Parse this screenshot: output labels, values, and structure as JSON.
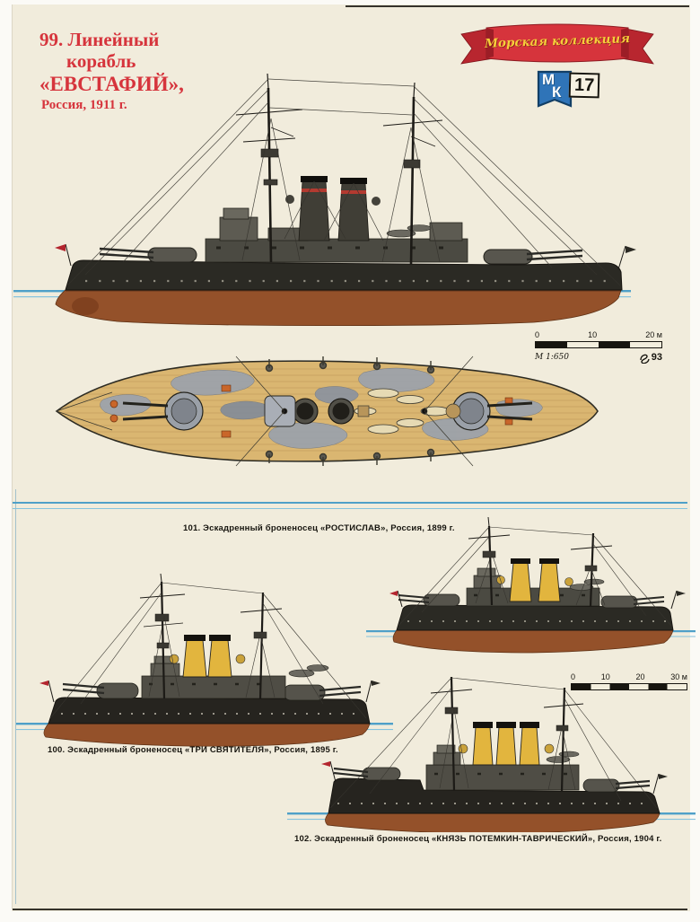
{
  "page": {
    "background_color": "#f1ecdc",
    "title": {
      "line1": "99. Линейный",
      "line2": "корабль",
      "line3": "«ЕВСТАФИЙ»,",
      "line4": "Россия, 1911 г."
    },
    "masthead": {
      "series_title": "Морская коллекция",
      "logo_letter_top": "М",
      "logo_letter_bottom": "К",
      "issue_number": "17"
    },
    "captions": {
      "fig101": "101. Эскадренный броненосец «РОСТИСЛАВ», Россия, 1899 г.",
      "fig100": "100. Эскадренный броненосец «ТРИ СВЯТИТЕЛЯ», Россия, 1895 г.",
      "fig102": "102. Эскадренный броненосец «КНЯЗЬ ПОТЕМКИН-ТАВРИЧЕСКИЙ», Россия, 1904 г."
    },
    "scale_main": {
      "tick_0": "0",
      "tick_10": "10",
      "tick_20": "20 м",
      "ratio": "М 1:650",
      "page_number": "93"
    },
    "scale_lower": {
      "tick_0": "0",
      "tick_10": "10",
      "tick_20": "20",
      "tick_30": "30 м"
    },
    "colors": {
      "accent_red": "#d6343c",
      "waterline_blue": "#4fa0c8",
      "funnel_yellow": "#e2b53e",
      "hull_brown": "#94512a",
      "deck_tan": "#dab671",
      "logo_blue": "#2f74b8"
    }
  }
}
